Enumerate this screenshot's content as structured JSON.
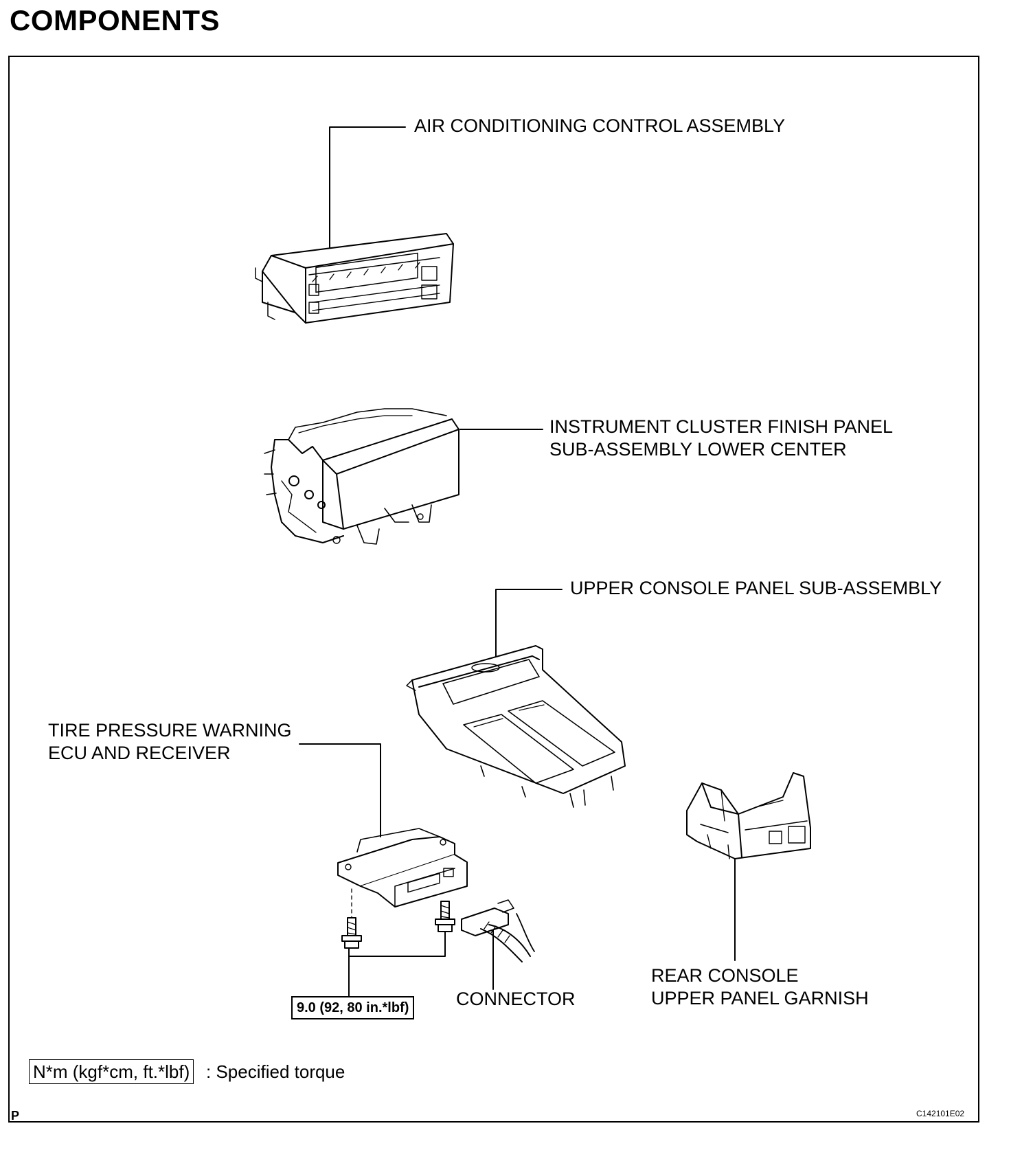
{
  "page_title": "COMPONENTS",
  "components": {
    "ac_control": [
      "AIR CONDITIONING CONTROL ASSEMBLY"
    ],
    "finish_panel": [
      "INSTRUMENT CLUSTER FINISH PANEL",
      "SUB-ASSEMBLY LOWER CENTER"
    ],
    "upper_console": [
      "UPPER CONSOLE PANEL SUB-ASSEMBLY"
    ],
    "tire_ecu": [
      "TIRE PRESSURE WARNING",
      "ECU AND RECEIVER"
    ],
    "connector": [
      "CONNECTOR"
    ],
    "rear_garnish": [
      "REAR CONSOLE",
      "UPPER PANEL GARNISH"
    ]
  },
  "torque_spec": "9.0 (92, 80 in.*lbf)",
  "legend": {
    "units": "N*m (kgf*cm, ft.*lbf)",
    "meaning": ": Specified torque"
  },
  "corner_mark": "P",
  "figure_code": "C142101E02"
}
